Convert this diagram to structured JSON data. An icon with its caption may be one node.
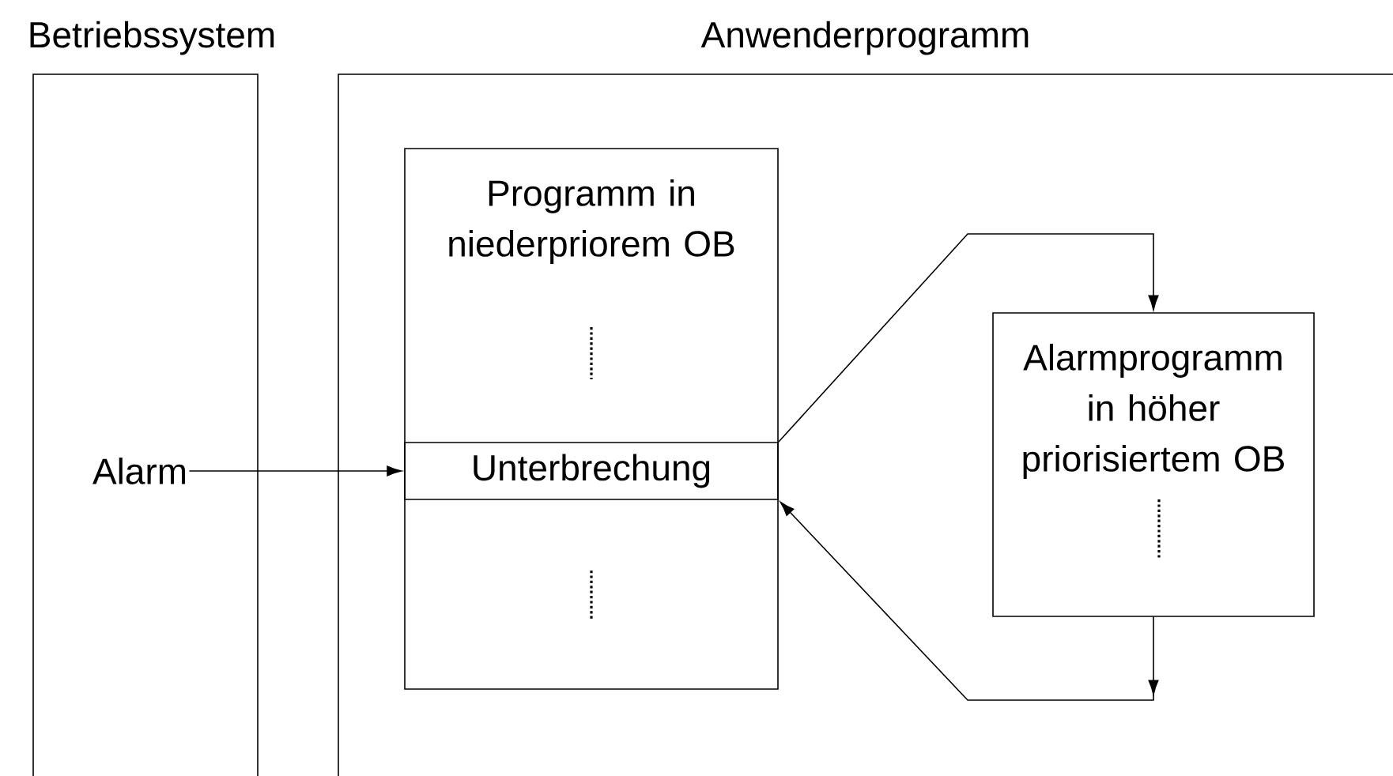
{
  "diagram": {
    "nodes": [
      {
        "text": [
          "Betriebssystem"
        ]
      },
      {
        "text": [
          "Alarm"
        ],
        "in": 0
      },
      {
        "text": [
          "Anwenderprogramm"
        ]
      },
      {
        "text": [
          "Programm in niederpriorem OB"
        ],
        "in": 2
      },
      {
        "text": [
          "Unterbrechung"
        ],
        "in": 3
      },
      {
        "text": [
          "Alarmprogramm in höher priorisiertem OB"
        ],
        "in": 2
      }
    ],
    "edges": [
      {
        "from": 1,
        "to": 4,
        "arrow": "to"
      },
      {
        "from": 4,
        "to": 5,
        "arrow": "to"
      },
      {
        "from": 5,
        "to": 4,
        "arrow": "to"
      }
    ]
  }
}
